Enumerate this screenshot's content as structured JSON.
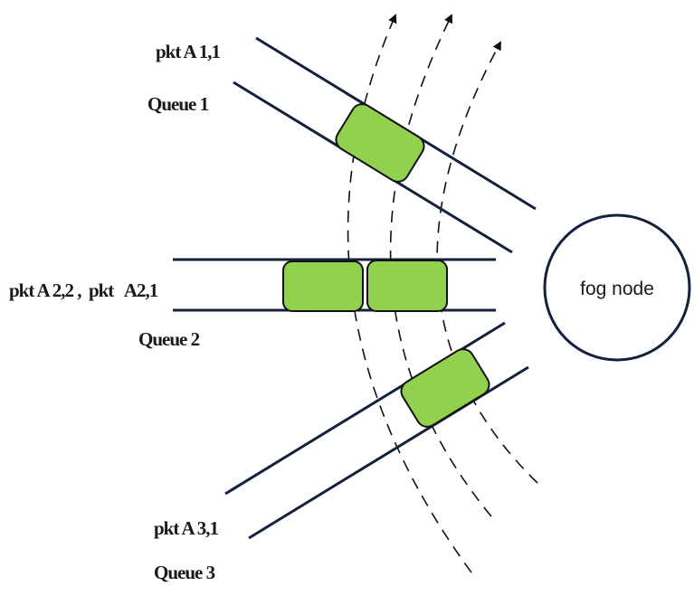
{
  "diagram": {
    "fog_node": {
      "label": "fog node"
    },
    "queues": [
      {
        "name": "Queue 1",
        "packet_label": "pkt A 1,1",
        "packets": 1
      },
      {
        "name": "Queue 2",
        "packet_label": "pkt A 2,2 ,  pkt   A2,1",
        "packets": 2
      },
      {
        "name": "Queue 3",
        "packet_label": "pkt A 3,1",
        "packets": 1
      }
    ],
    "colors": {
      "packet_fill": "#92d050",
      "lane_stroke": "#14213d",
      "node_stroke": "#14213d"
    }
  }
}
